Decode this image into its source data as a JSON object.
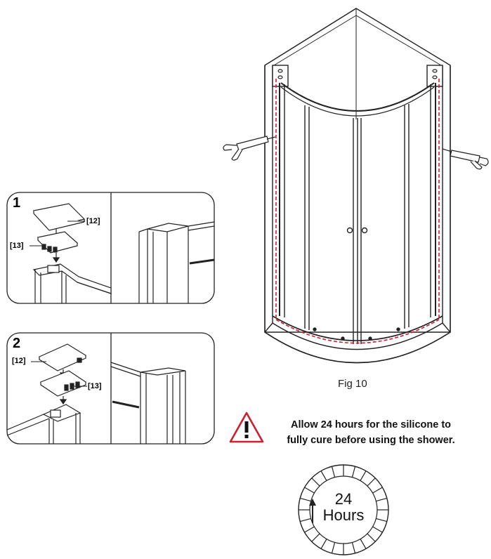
{
  "figure": {
    "caption": "Fig 10",
    "step1": {
      "number": "1",
      "label_top": "[12]",
      "label_bottom": "[13]"
    },
    "step2": {
      "number": "2",
      "label_top": "[12]",
      "label_bottom": "[13]"
    }
  },
  "warning": {
    "line1": "Allow 24 hours for the silicone to",
    "line2": "fully cure before using the shower.",
    "icon": "warning-triangle-icon",
    "icon_color": "#cc1f2f"
  },
  "timer": {
    "value": "24",
    "unit": "Hours",
    "icon": "clock-dial-icon"
  },
  "colors": {
    "line": "#222222",
    "silicone_dashes": "#cc1f2f"
  }
}
